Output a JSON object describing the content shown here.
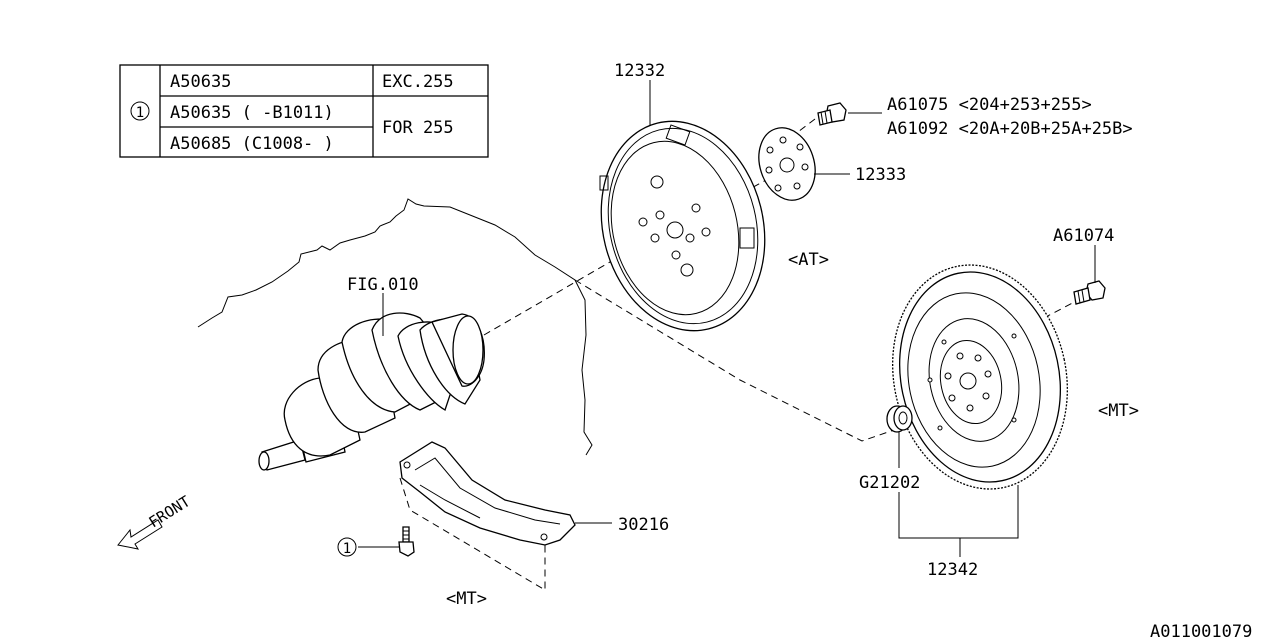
{
  "table": {
    "marker": "1",
    "rows": [
      {
        "part": "A50635",
        "cond": "EXC.255"
      },
      {
        "part": "A50635 ( -B1011)",
        "cond": "FOR 255"
      },
      {
        "part": "A50685 (C1008- )"
      }
    ]
  },
  "labels": {
    "drive_plate": "12332",
    "drive_plate_bolt_1": "A61075 <204+253+255>",
    "drive_plate_bolt_2": "A61092 <20A+20B+25A+25B>",
    "reinforcement_plate": "12333",
    "at_note": "<AT>",
    "flywheel_bolt": "A61074",
    "crankshaft_ref": "FIG.010",
    "mt_note_flywheel": "<MT>",
    "pilot_bearing": "G21202",
    "flywheel_assy": "12342",
    "cover": "30216",
    "mt_note_cover": "<MT>",
    "bolt_marker": "1",
    "front": "FRONT",
    "diagram_code": "A011001079"
  }
}
